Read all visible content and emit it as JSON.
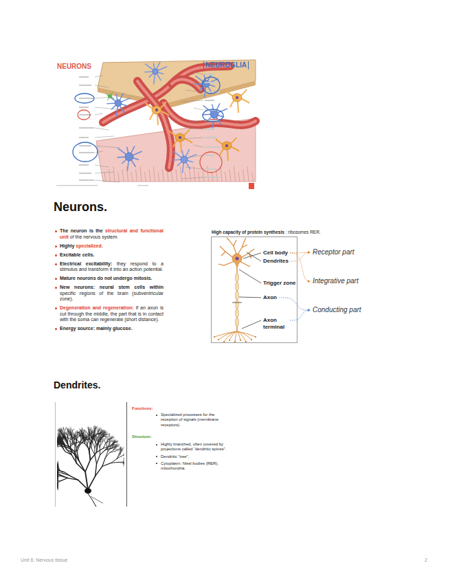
{
  "diagram": {
    "labels": [
      "NEURONS",
      "NEUROGLIA",
      "Neurons.",
      "The neuron is the structural and functional unit of the nervous system.",
      "Highly specialized.",
      "Excitable cells.",
      "Electrical excitability: they respond to a stimulus and transform it into an action potential.",
      "Mature neurons do not undergo mitosis.",
      "New neurons: neural stem cells within specific regions of the brain (subventricular zone).",
      "Degeneration and regeneration: if an axon is cut through the middle, the part that is in contact with the soma can regenerate (short distance).",
      "Energy source: mainly glucose.",
      "High capacity of protein synthesis : ribosomes RER.",
      "Cell body",
      "Dendrites",
      "Trigger zone",
      "Axon",
      "Axon terminal",
      "Receptor part",
      "Integrative part",
      "Conducting part",
      "Dendrites.",
      "Functions:",
      "Specialized processes for the reception of signals (membrane receptors).",
      "Structure:",
      "Highly branched, often covered by projections called “dendritic spines”.",
      "Dendritic “tree”.",
      "Cytoplasm: Nissl bodies (RER), mitochondria.",
      "Unit 6: Nervous tissue",
      "2"
    ]
  }
}
